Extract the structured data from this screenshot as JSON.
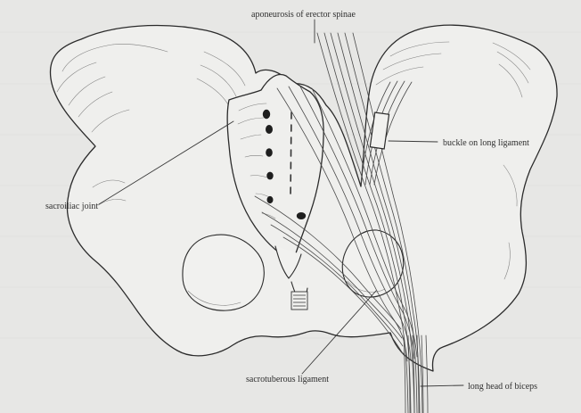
{
  "labels": {
    "aponeurosis": "aponeurosis of erector spinae",
    "buckle": "buckle on long ligament",
    "sacroiliac": "sacroiliac joint",
    "sacrotuberous": "sacrotuberous ligament",
    "biceps": "long head of biceps"
  }
}
